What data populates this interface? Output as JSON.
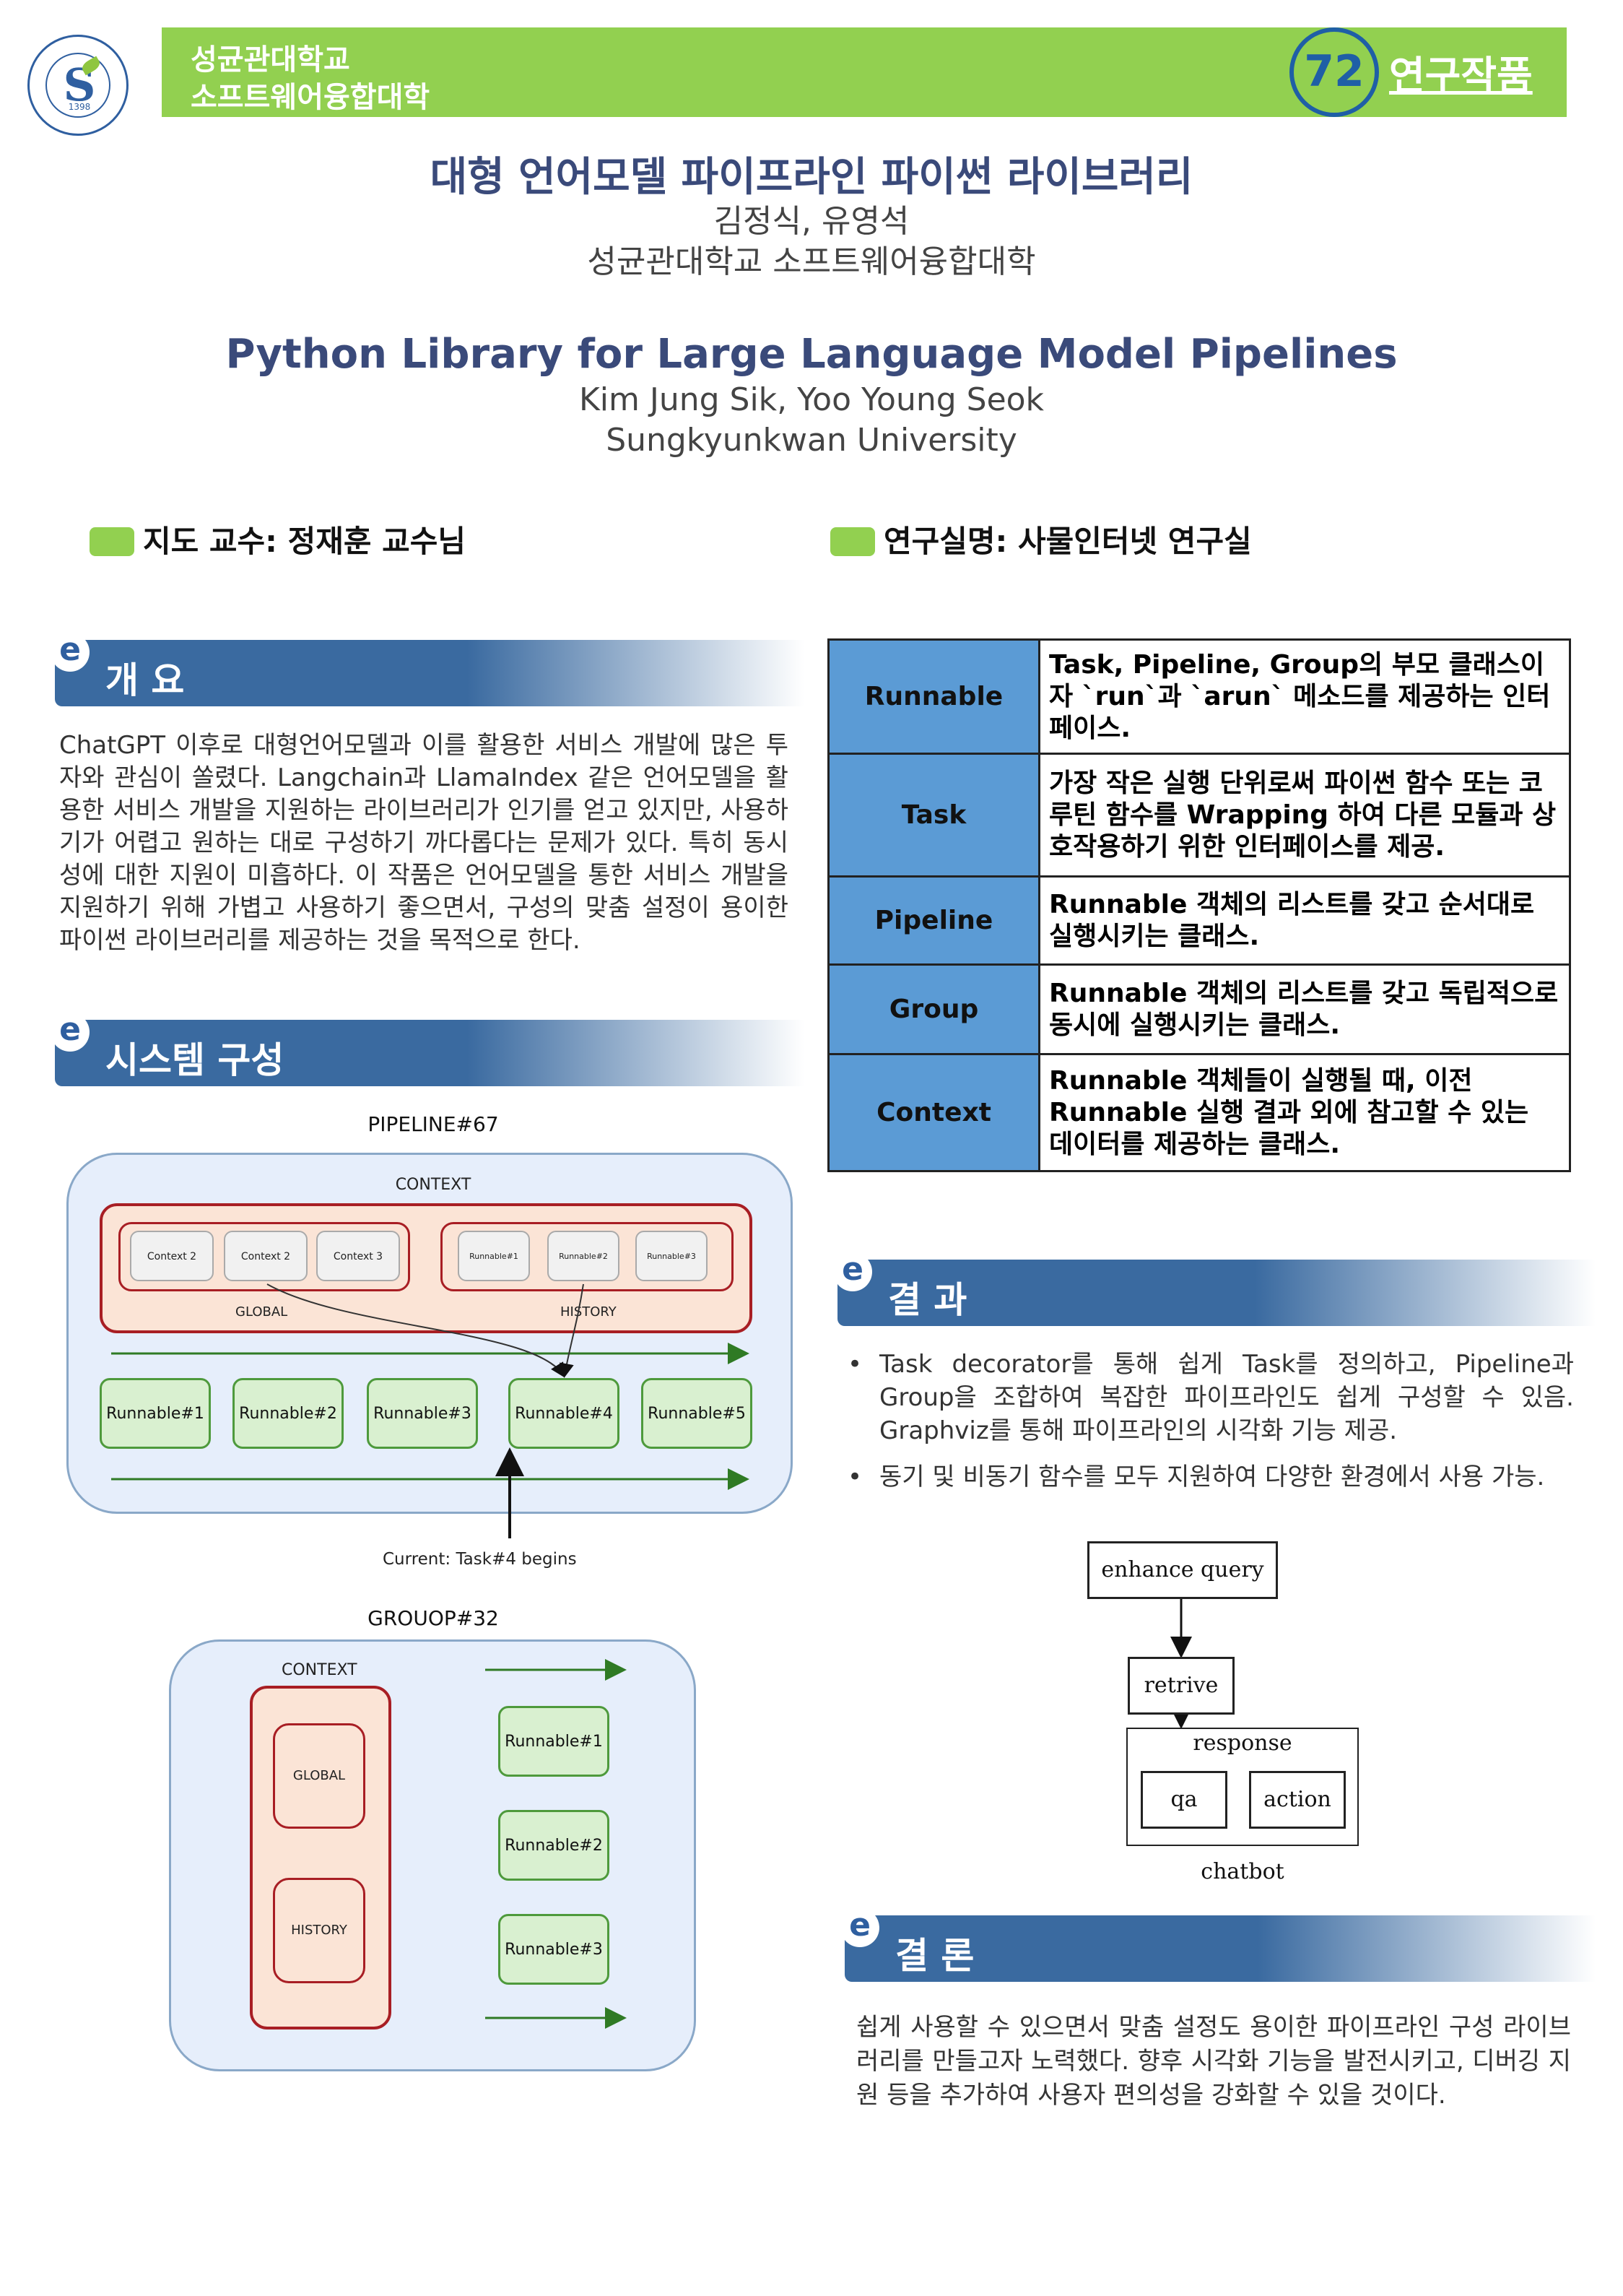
{
  "header": {
    "org_line1": "성균관대학교",
    "org_line2": "소프트웨어융합대학",
    "badge_number": "72",
    "category": "연구작품",
    "logo_year": "1398"
  },
  "title": {
    "ko": "대형 언어모델 파이프라인 파이썬 라이브러리",
    "authors_ko": "김정식, 유영석",
    "affil_ko": "성균관대학교 소프트웨어융합대학",
    "en": "Python Library for Large Language Model Pipelines",
    "authors_en": "Kim Jung Sik, Yoo Young Seok",
    "affil_en": "Sungkyunkwan University"
  },
  "info": {
    "advisor": "지도 교수:  정재훈 교수님",
    "lab": "연구실명:  사물인터넷 연구실"
  },
  "sections": {
    "overview": {
      "heading": "개 요",
      "body": "ChatGPT 이후로 대형언어모델과 이를 활용한 서비스 개발에 많은 투자와 관심이 쏠렸다. Langchain과 LlamaIndex 같은 언어모델을 활용한 서비스 개발을 지원하는 라이브러리가 인기를 얻고 있지만, 사용하기가 어렵고 원하는 대로 구성하기 까다롭다는 문제가 있다. 특히 동시성에 대한 지원이 미흡하다. 이 작품은 언어모델을 통한 서비스 개발을 지원하기 위해 가볍고 사용하기 좋으면서, 구성의 맞춤 설정이 용이한 파이썬 라이브러리를 제공하는 것을 목적으로 한다."
    },
    "system": {
      "heading": "시스템 구성"
    },
    "results": {
      "heading": "결 과",
      "bullets": [
        "Task decorator를 통해 쉽게 Task를 정의하고, Pipeline과 Group을 조합하여 복잡한 파이프라인도 쉽게 구성할 수 있음. Graphviz를 통해 파이프라인의 시각화 기능 제공.",
        "동기 및 비동기 함수를 모두 지원하여 다양한 환경에서 사용 가능."
      ]
    },
    "conclusion": {
      "heading": "결 론",
      "body": "쉽게 사용할 수 있으면서 맞춤 설정도 용이한 파이프라인 구성 라이브러리를 만들고자 노력했다. 향후 시각화 기능을 발전시키고, 디버깅 지원 등을 추가하여 사용자 편의성을 강화할 수 있을 것이다."
    }
  },
  "class_table": [
    {
      "name": "Runnable",
      "desc": "Task, Pipeline, Group의 부모 클래스이자 `run`과 `arun` 메소드를 제공하는 인터페이스."
    },
    {
      "name": "Task",
      "desc": "가장 작은 실행 단위로써 파이썬 함수 또는 코루틴 함수를 Wrapping 하여 다른 모듈과 상호작용하기 위한 인터페이스를 제공."
    },
    {
      "name": "Pipeline",
      "desc": "Runnable 객체의 리스트를 갖고 순서대로 실행시키는 클래스."
    },
    {
      "name": "Group",
      "desc": "Runnable 객체의 리스트를 갖고 독립적으로 동시에 실행시키는 클래스."
    },
    {
      "name": "Context",
      "desc": "Runnable 객체들이 실행될 때, 이전 Runnable 실행 결과 외에 참고할 수 있는 데이터를 제공하는 클래스."
    }
  ],
  "pipeline_diagram": {
    "title": "PIPELINE#67",
    "context_label": "CONTEXT",
    "global_items": [
      "Context 2",
      "Context 2",
      "Context 3"
    ],
    "global_label": "GLOBAL",
    "history_items": [
      "Runnable#1",
      "Runnable#2",
      "Runnable#3"
    ],
    "history_label": "HISTORY",
    "runnables": [
      "Runnable#1",
      "Runnable#2",
      "Runnable#3",
      "Runnable#4",
      "Runnable#5"
    ],
    "current_label": "Current: Task#4 begins"
  },
  "group_diagram": {
    "title": "GROUOP#32",
    "context_label": "CONTEXT",
    "global_label": "GLOBAL",
    "history_label": "HISTORY",
    "runnables": [
      "Runnable#1",
      "Runnable#2",
      "Runnable#3"
    ]
  },
  "graphviz": {
    "node1": "enhance query",
    "node2": "retrive",
    "cluster_label": "response",
    "node3": "qa",
    "node4": "action",
    "graph_label": "chatbot"
  },
  "colors": {
    "header_green": "#92d050",
    "section_blue": "#3a6aa0",
    "table_key_blue": "#5b9bd5",
    "context_red": "#a81e24",
    "runnable_green": "#4e9a3c"
  }
}
